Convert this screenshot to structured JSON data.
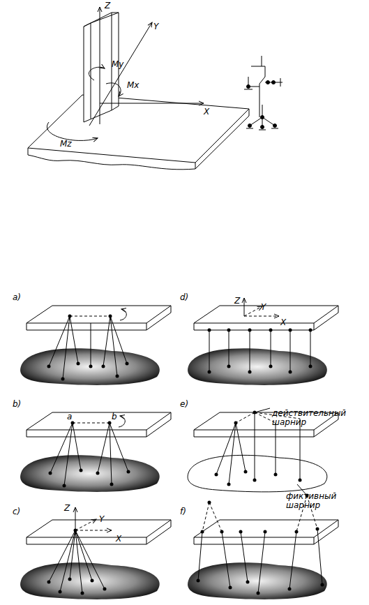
{
  "diagram": {
    "labels": [
      "Z",
      "Y",
      "My",
      "Mx",
      "X",
      "Mz",
      "a)",
      "d)",
      "Z",
      "Y",
      "X",
      "b)",
      "a",
      "b",
      "e)",
      "действительный шарнир",
      "c)",
      "Z",
      "Y",
      "X",
      "f)",
      "фиктивный шарнир"
    ]
  }
}
